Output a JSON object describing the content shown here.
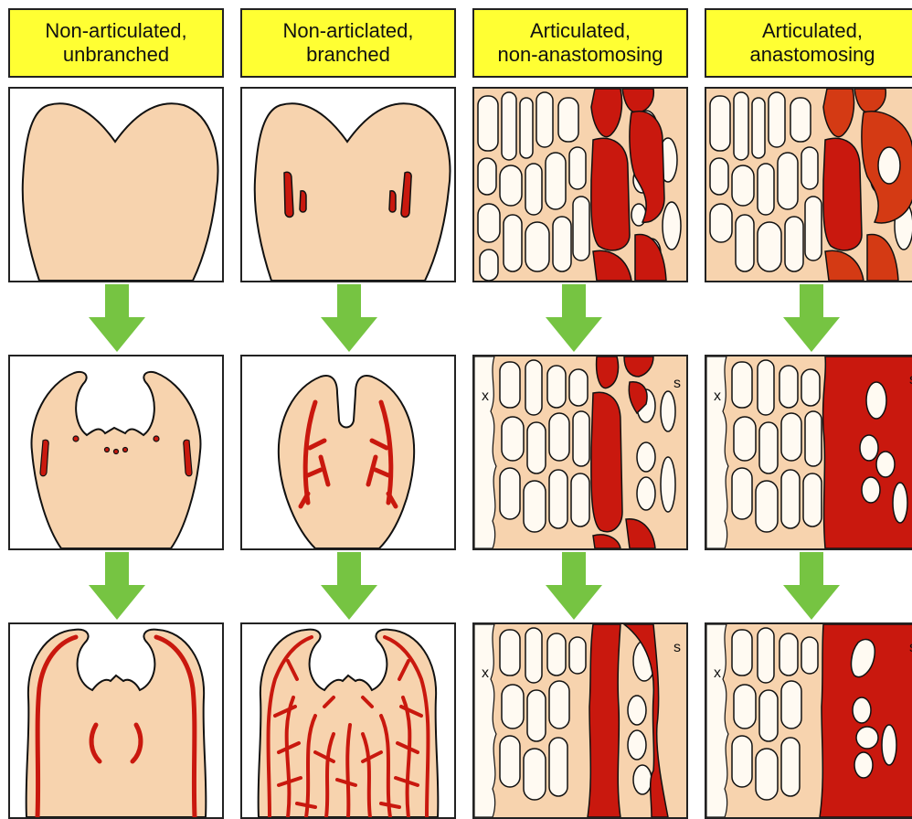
{
  "columns": [
    {
      "title_line1": "Non-articulated,",
      "title_line2": "unbranched"
    },
    {
      "title_line1": "Non-articlated,",
      "title_line2": "branched"
    },
    {
      "title_line1": "Articulated,",
      "title_line2": "non-anastomosing"
    },
    {
      "title_line1": "Articulated,",
      "title_line2": "anastomosing"
    }
  ],
  "labels": {
    "xylem": "x",
    "sieve": "s"
  },
  "colors": {
    "header_fill": "#ffff33",
    "tissue": "#f7d3ae",
    "laticifer": "#c9180e",
    "laticifer_alt": "#d43a14",
    "arrow": "#76c442",
    "outline": "#111111"
  }
}
